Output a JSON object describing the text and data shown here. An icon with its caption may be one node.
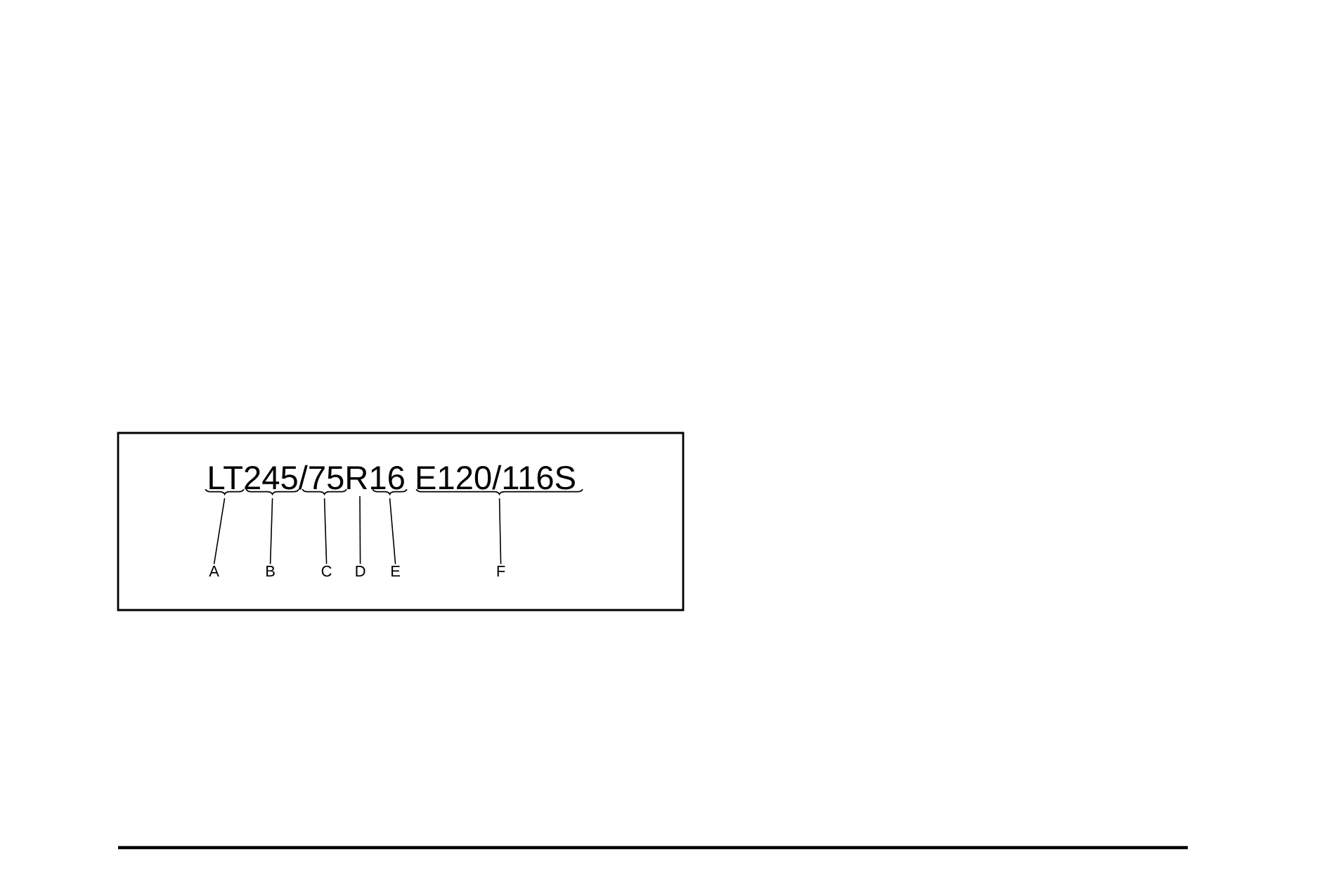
{
  "diagram": {
    "nodes": [
      {
        "text": [
          "LT245/75R16 E120/116S"
        ]
      },
      {
        "text": [],
        "shape": "bracket",
        "in": 0
      },
      {
        "text": [],
        "shape": "bracket",
        "in": 0
      },
      {
        "text": [],
        "shape": "bracket",
        "in": 0
      },
      {
        "text": [],
        "shape": "bracket",
        "in": 0
      },
      {
        "text": [],
        "shape": "bracket",
        "in": 0
      },
      {
        "text": [
          "A"
        ],
        "in": 0
      },
      {
        "text": [
          "B"
        ],
        "in": 0
      },
      {
        "text": [
          "C"
        ],
        "in": 0
      },
      {
        "text": [
          "D"
        ],
        "in": 0
      },
      {
        "text": [
          "E"
        ],
        "in": 0
      },
      {
        "text": [
          "F"
        ],
        "in": 0
      }
    ],
    "edges": [
      {
        "from": 6,
        "to": 1,
        "arrow": "none"
      },
      {
        "from": 7,
        "to": 2,
        "arrow": "none"
      },
      {
        "from": 8,
        "to": 3,
        "arrow": "none"
      },
      {
        "from": 9,
        "to": 0,
        "arrow": "none"
      },
      {
        "from": 10,
        "to": 4,
        "arrow": "none"
      },
      {
        "from": 11,
        "to": 5,
        "arrow": "none"
      }
    ]
  }
}
